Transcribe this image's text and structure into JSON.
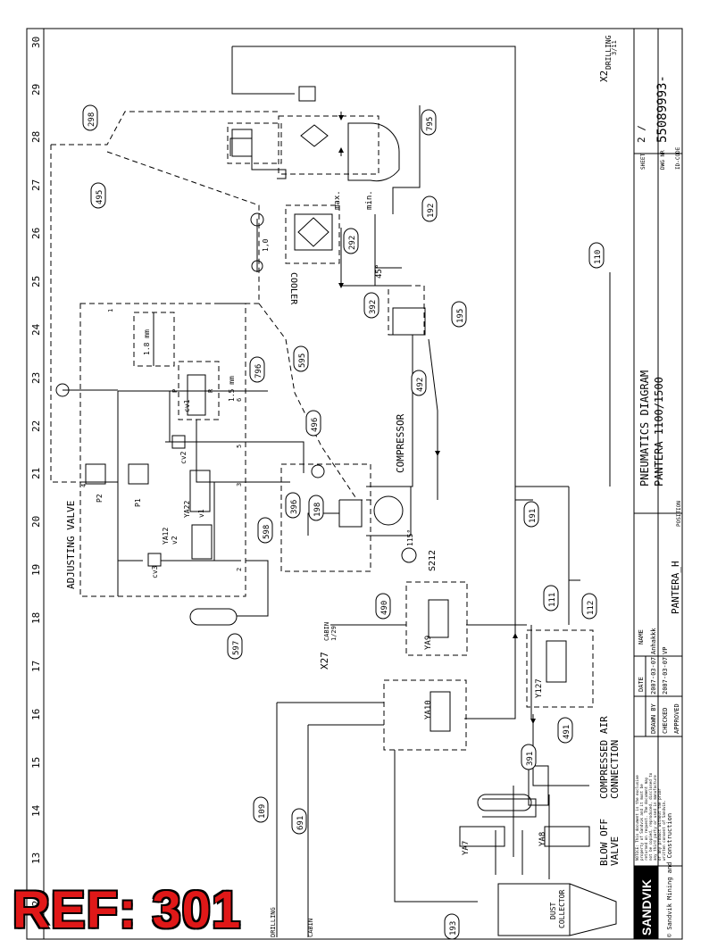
{
  "column_numbers": [
    "30",
    "29",
    "28",
    "27",
    "26",
    "25",
    "24",
    "23",
    "22",
    "21",
    "20",
    "19",
    "18",
    "17",
    "16",
    "15",
    "14",
    "13",
    "12"
  ],
  "title_block": {
    "title_line1": "PNEUMATICS DIAGRAM",
    "title_line2": "PANTERA 1100/1500",
    "position_label": "POSITION",
    "position_value": "PANTERA_H",
    "sheet_label": "SHEET",
    "sheet_value": "2 /",
    "dwg_label": "DWG NR",
    "dwg_value": "55089993-",
    "id_label": "ID-CODE",
    "date_header": "DATE",
    "name_header": "NAME",
    "drawn_by_label": "DRAWN BY",
    "drawn_by_date": "2007-03-07",
    "drawn_by_name": "Anhakkk",
    "checked_label": "CHECKED",
    "checked_date": "2007-03-07",
    "checked_name": "VP",
    "approved_label": "APPROVED",
    "company_logo": "SANDVIK",
    "company_line": "© Sandvik Mining and Construction",
    "notice": [
      "NOTICE: This document is the exclusive",
      "property of Sandvik and it must be",
      "returned on request. The document may",
      "not be copied, reproduced, disclosed to",
      "any third party or used in manufacture",
      "of any product without the prior",
      "written consent of Sandvik."
    ]
  },
  "off_page": {
    "x2_label": "X2",
    "x2_sub": "DRILLING",
    "x2_ref": "3/11",
    "x27_label": "X27",
    "x27_sub": "CABIN",
    "x27_ref": "1/29",
    "drilling_text": "DRILLING",
    "cabin_text": "CABIN"
  },
  "component_labels": {
    "adjusting_valve": "ADJUSTING VALVE",
    "compressor": "COMPRESSOR",
    "cooler": "COOLER",
    "blow_off_1": "BLOW OFF",
    "blow_off_2": "VALVE",
    "compressed_air_1": "COMPRESSED AIR",
    "compressed_air_2": "CONNECTION",
    "dust_collector_1": "DUST",
    "dust_collector_2": "COLLECTOR",
    "max": "max.",
    "min": "min.",
    "orifice_1_8": "1.8 mm",
    "orifice_1_5": "1.5 mm",
    "orifice_1_0": "1,0",
    "temp_45": "45°",
    "temp_115": "115°",
    "s212": "S212",
    "ya9": "YA9",
    "ya10": "YA10",
    "ya7": "YA7",
    "ya8": "YA8",
    "y127": "Y127",
    "ya12": "YA12",
    "ya22": "YA22",
    "v1": "v1",
    "v2": "v2",
    "p1": "P1",
    "p2": "P2",
    "cv1": "cv1",
    "cv2": "cv2",
    "cv3": "cv3",
    "port_p": "P",
    "port_r": "R",
    "port_1": "1",
    "port_2": "2",
    "port_3": "3",
    "port_4": "4",
    "port_5": "5",
    "port_6": "6"
  },
  "line_tags": [
    "298",
    "495",
    "795",
    "192",
    "292",
    "392",
    "195",
    "492",
    "796",
    "595",
    "496",
    "396",
    "198",
    "598",
    "597",
    "110",
    "191",
    "111",
    "112",
    "490",
    "391",
    "491",
    "109",
    "691",
    "193"
  ],
  "watermark": "REF: 301"
}
